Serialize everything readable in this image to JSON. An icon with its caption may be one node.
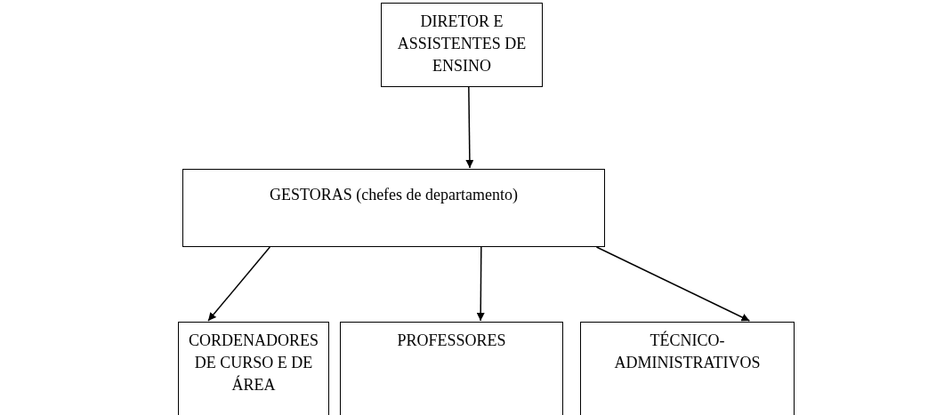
{
  "diagram": {
    "nodes": [
      {
        "text": [
          "DIRETOR E ASSISTENTES DE ENSINO"
        ]
      },
      {
        "text": [
          "GESTORAS (chefes de departamento)"
        ]
      },
      {
        "text": [
          "CORDENADORES DE CURSO E DE ÁREA"
        ]
      },
      {
        "text": [
          "PROFESSORES"
        ]
      },
      {
        "text": [
          "TÉCNICO-ADMINISTRATIVOS"
        ]
      }
    ],
    "edges": [
      {
        "from": 0,
        "to": 1,
        "arrow": "to"
      },
      {
        "from": 1,
        "to": 2,
        "arrow": "to"
      },
      {
        "from": 1,
        "to": 3,
        "arrow": "to"
      },
      {
        "from": 1,
        "to": 4,
        "arrow": "to"
      }
    ]
  }
}
